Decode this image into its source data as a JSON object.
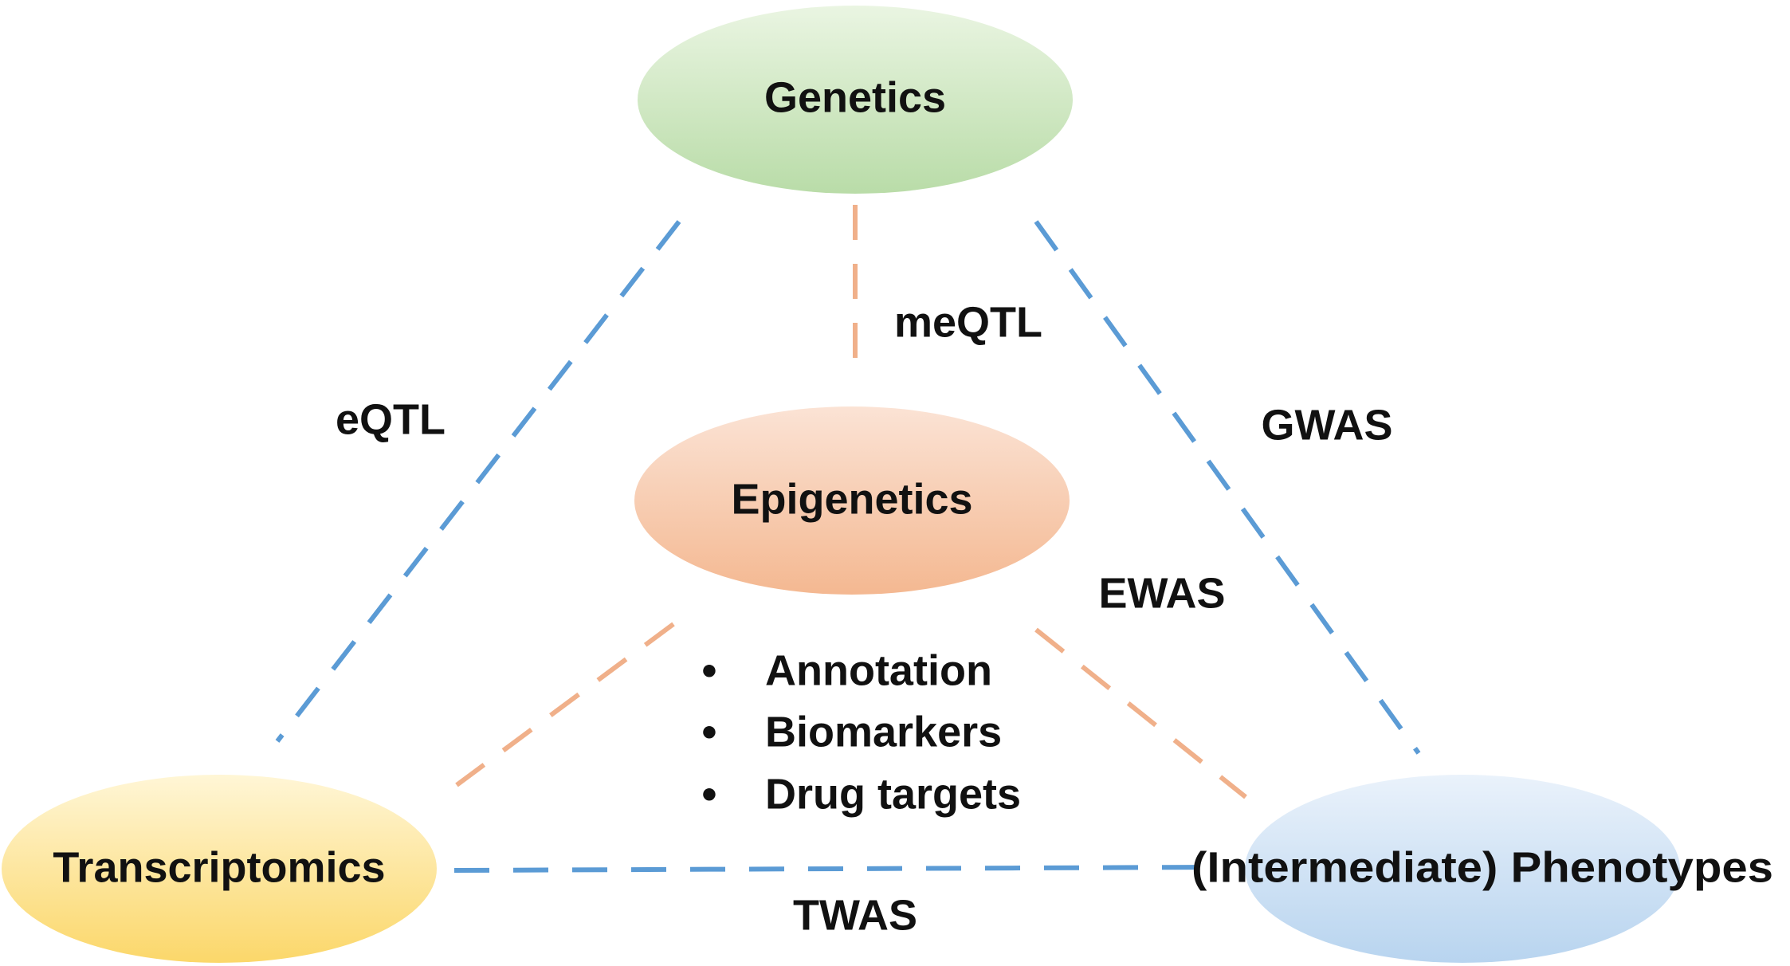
{
  "colors": {
    "blue_edge": "#5b9bd5",
    "orange_edge": "#f0b08a",
    "genetics_top": "#eaf5e2",
    "genetics_bottom": "#b9dca8",
    "epigenetics_top": "#fbe3d5",
    "epigenetics_bottom": "#f4b891",
    "transcriptomics_top": "#fff6d6",
    "transcriptomics_bottom": "#fbd76a",
    "phenotypes_top": "#eaf2fb",
    "phenotypes_bottom": "#b8d4ef",
    "text": "#111111"
  },
  "nodes": {
    "genetics": "Genetics",
    "epigenetics": "Epigenetics",
    "transcriptomics": "Transcriptomics",
    "phenotypes": "(Intermediate) Phenotypes"
  },
  "edges": {
    "genetics_transcriptomics": "eQTL",
    "genetics_epigenetics": "meQTL",
    "genetics_phenotypes": "GWAS",
    "epigenetics_phenotypes": "EWAS",
    "transcriptomics_phenotypes": "TWAS"
  },
  "bullets": [
    "Annotation",
    "Biomarkers",
    "Drug targets"
  ],
  "bullet_symbol": "•"
}
